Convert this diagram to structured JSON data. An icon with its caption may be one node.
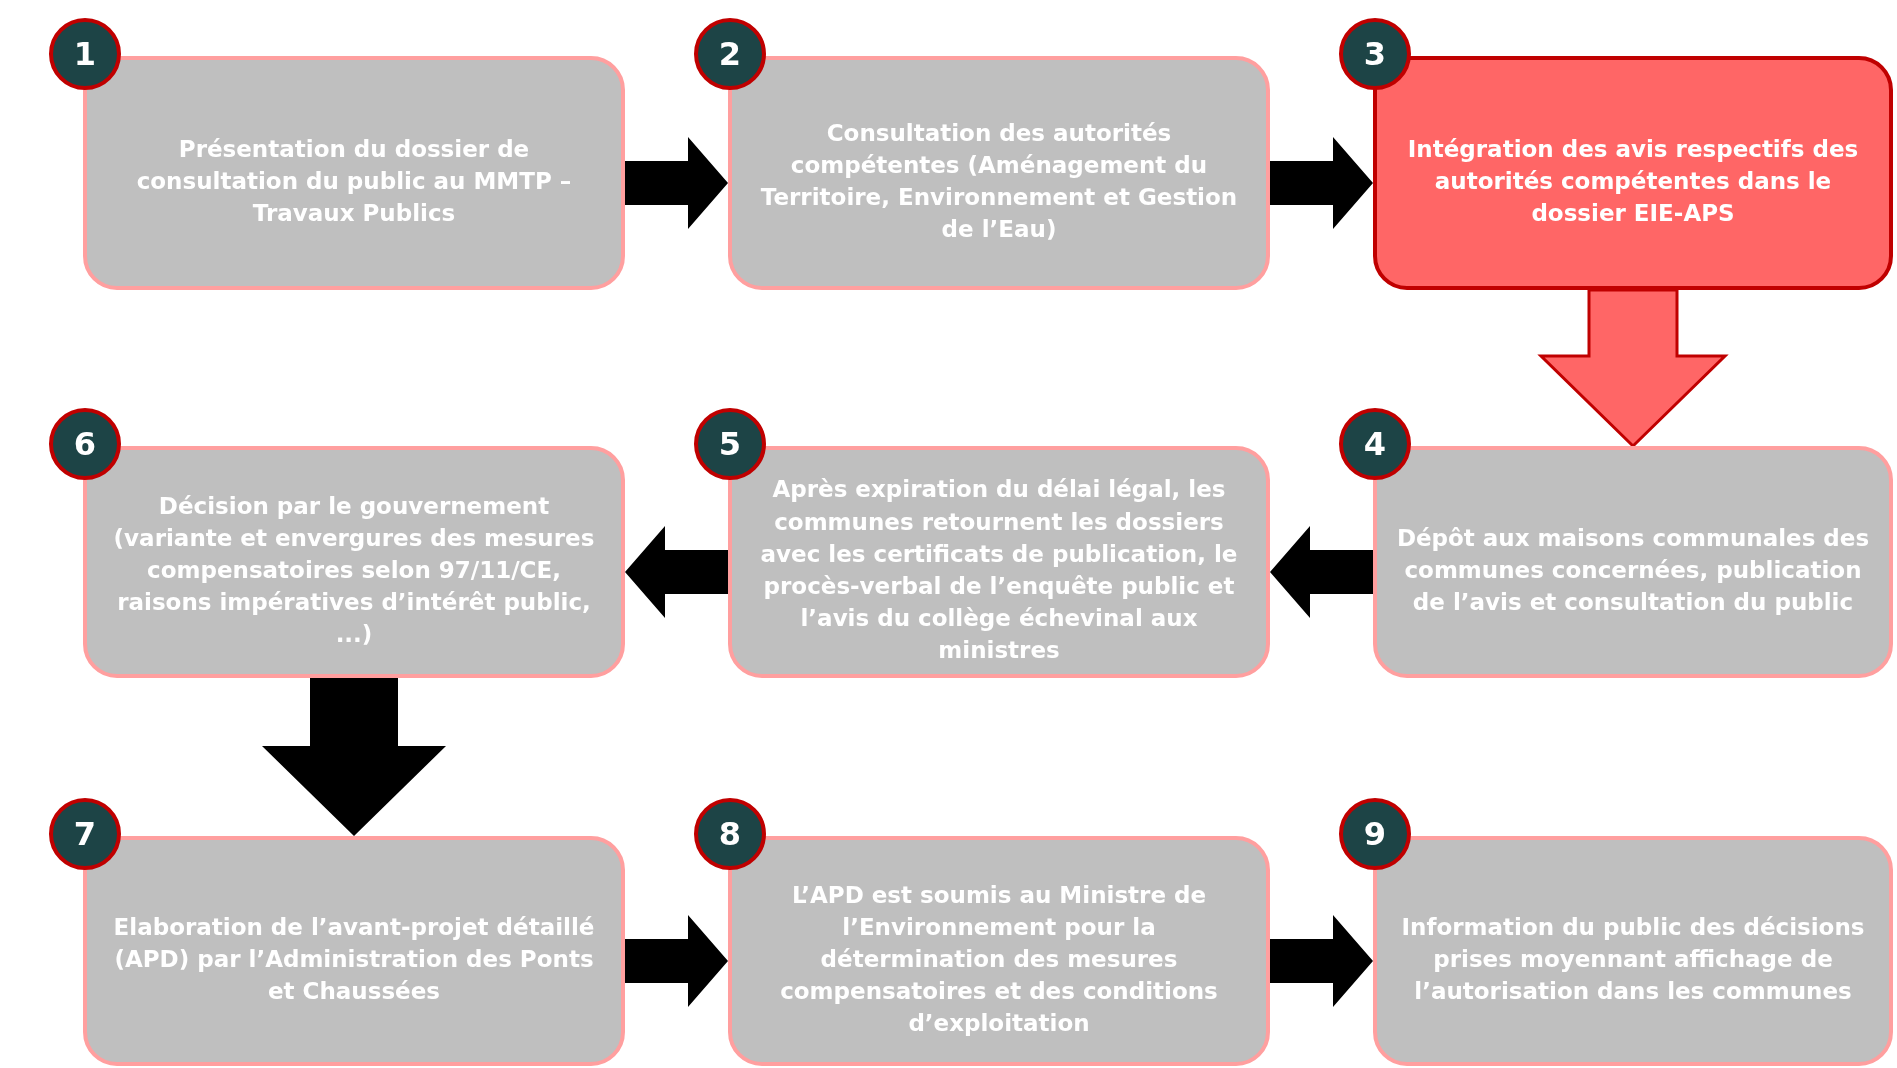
{
  "diagram": {
    "nodes": [
      {
        "text": [
          "1",
          "Présentation du dossier de consultation du public au MMTP – Travaux Publics"
        ]
      },
      {
        "text": [
          "2",
          "Consultation des autorités compétentes (Aménagement du Territoire, Environnement et Gestion de l’Eau)"
        ]
      },
      {
        "text": [
          "3",
          "Intégration des avis respectifs des autorités compétentes dans le dossier EIE-APS"
        ]
      },
      {
        "text": [
          "4",
          "Dépôt aux maisons communales des communes concernées, publication de l’avis et consultation du public"
        ]
      },
      {
        "text": [
          "5",
          "Après expiration du délai légal, les communes retournent les dossiers avec les certificats de publication, le procès-verbal de l’enquête public et l’avis du collège échevinal aux ministres"
        ]
      },
      {
        "text": [
          "6",
          "Décision par le gouvernement (variante et envergures des mesures compensatoires selon 97/11/CE, raisons impératives d’intérêt public, ...)"
        ]
      },
      {
        "text": [
          "7",
          "Elaboration de l’avant-projet détaillé (APD) par l’Administration des Ponts et Chaussées"
        ]
      },
      {
        "text": [
          "8",
          "L’APD est soumis au Ministre de l’Environnement pour la détermination des mesures compensatoires et des conditions d’exploitation"
        ]
      },
      {
        "text": [
          "9",
          "Information du public des décisions prises moyennant affichage de l’autorisation dans les communes"
        ]
      }
    ],
    "edges": [
      {
        "from": 0,
        "to": 1,
        "arrow": "to"
      },
      {
        "from": 1,
        "to": 2,
        "arrow": "to"
      },
      {
        "from": 2,
        "to": 3,
        "arrow": "to",
        "color": "#ff6666"
      },
      {
        "from": 3,
        "to": 4,
        "arrow": "to"
      },
      {
        "from": 4,
        "to": 5,
        "arrow": "to"
      },
      {
        "from": 5,
        "to": 6,
        "arrow": "to"
      },
      {
        "from": 6,
        "to": 7,
        "arrow": "to"
      },
      {
        "from": 7,
        "to": 8,
        "arrow": "to"
      }
    ]
  }
}
